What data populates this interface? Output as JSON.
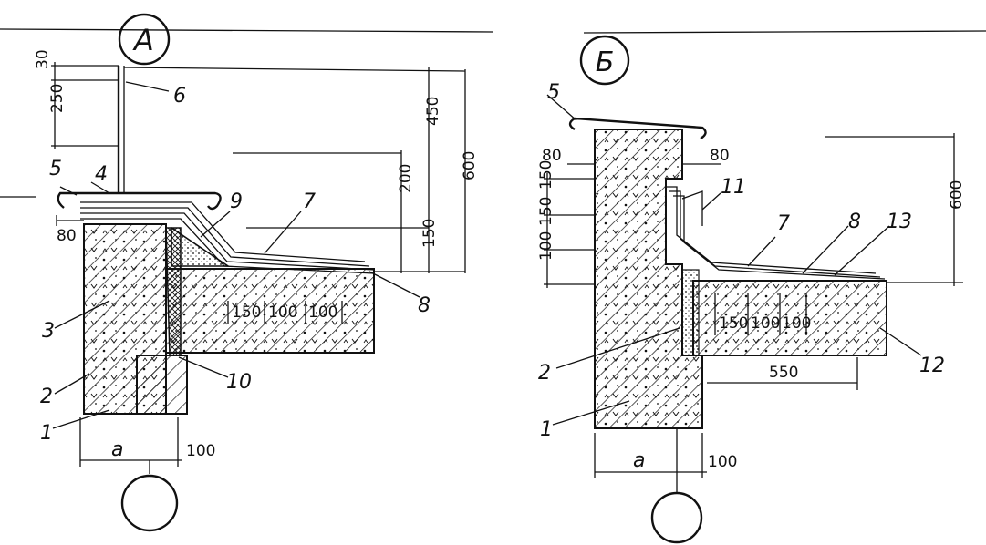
{
  "detail_a": {
    "title": "A",
    "callouts": [
      "1",
      "2",
      "3",
      "4",
      "5",
      "6",
      "7",
      "8",
      "9",
      "10"
    ],
    "dims": {
      "d30": "30",
      "d250": "250",
      "d80": "80",
      "d200": "200",
      "d150": "150",
      "d450": "450",
      "d600": "600",
      "ins1": "150",
      "ins2": "100",
      "ins3": "100",
      "a": "a",
      "d100": "100"
    }
  },
  "detail_b": {
    "title": "Б",
    "callouts": [
      "1",
      "2",
      "5",
      "7",
      "8",
      "11",
      "12",
      "13"
    ],
    "dims": {
      "d80l": "80",
      "d80r": "80",
      "d150a": "150",
      "d150b": "150",
      "d100": "100",
      "d600": "600",
      "ins1": "150",
      "ins2": "100",
      "ins3": "100",
      "d550": "550",
      "a": "a",
      "d100b": "100"
    }
  },
  "colors": {
    "ink": "#111111",
    "paper": "#ffffff"
  }
}
